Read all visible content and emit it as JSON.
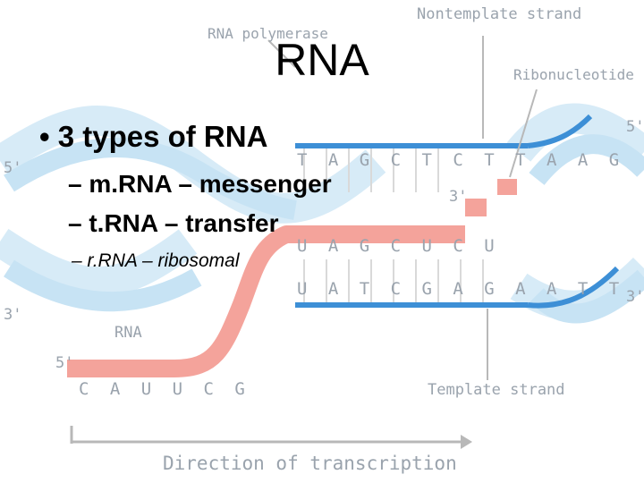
{
  "slide": {
    "title": "RNA",
    "bullet": "• 3 types of RNA",
    "subitems": [
      "– m.RNA – messenger",
      "– t.RNA – transfer"
    ],
    "subsubitem": "– r.RNA – ribosomal"
  },
  "diagram": {
    "label_rna_polymerase": "RNA polymerase",
    "label_nontemplate": "Nontemplate strand",
    "label_ribonucleotide": "Ribonucleotide",
    "label_template": "Template strand",
    "label_rna": "RNA",
    "label_direction": "Direction of transcription",
    "label_5prime_left_top": "5'",
    "label_3prime_left_bottom": "3'",
    "label_5prime_right_top": "5'",
    "label_3prime_right_bottom": "3'",
    "label_3prime_rna_end": "3'",
    "label_5prime_rna_start": "5'",
    "nontemplate_bases": "T A G C T C T T A A G",
    "rna_new_bases": "U A G C U C U",
    "template_bases": "U A T C G A G A A T T",
    "rna_bottom_bases": "C A U U C G",
    "colors": {
      "helix": "#c7e3f4",
      "strand_blue": "#3d8fd6",
      "rna": "#f4a39b",
      "label_gray": "#9aa3ad"
    }
  }
}
